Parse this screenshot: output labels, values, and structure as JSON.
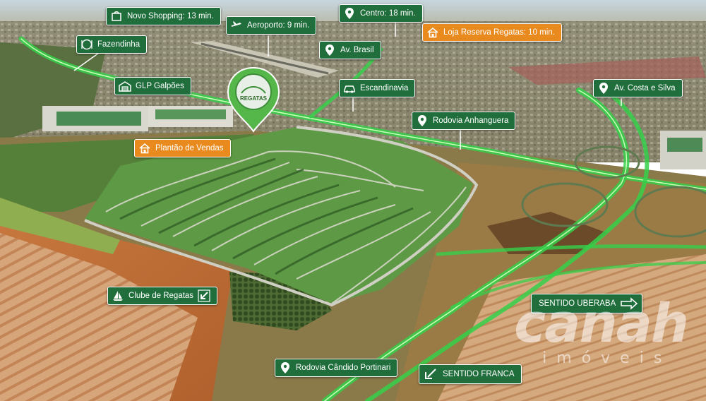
{
  "map": {
    "labels": {
      "novo_shopping": "Novo Shopping: 13 min.",
      "aeroporto": "Aeroporto: 9 min.",
      "centro": "Centro: 18 min.",
      "loja_reserva": "Loja Reserva Regatas: 10 min.",
      "fazendinha": "Fazendinha",
      "av_brasil": "Av. Brasil",
      "glp_galpoes": "GLP Galpões",
      "escandinavia": "Escandinavia",
      "av_costa_e_silva": "Av. Costa e Silva",
      "rodovia_anhanguera": "Rodovia Anhanguera",
      "plantao_de_vendas": "Plantão de Vendas",
      "clube_de_regatas": "Clube de Regatas",
      "sentido_uberaba": "SENTIDO UBERABA",
      "rodovia_candido_portinari": "Rodovia Cândido Portinari",
      "sentido_franca": "SENTIDO FRANCA"
    },
    "pin": {
      "brand_text": "REGATAS"
    },
    "watermark": {
      "brand": "canah",
      "sub": "imóveis"
    },
    "colors": {
      "label_green": "#1f6e3c",
      "label_orange": "#e88a1e",
      "highlight_road": "#35d04a"
    }
  }
}
